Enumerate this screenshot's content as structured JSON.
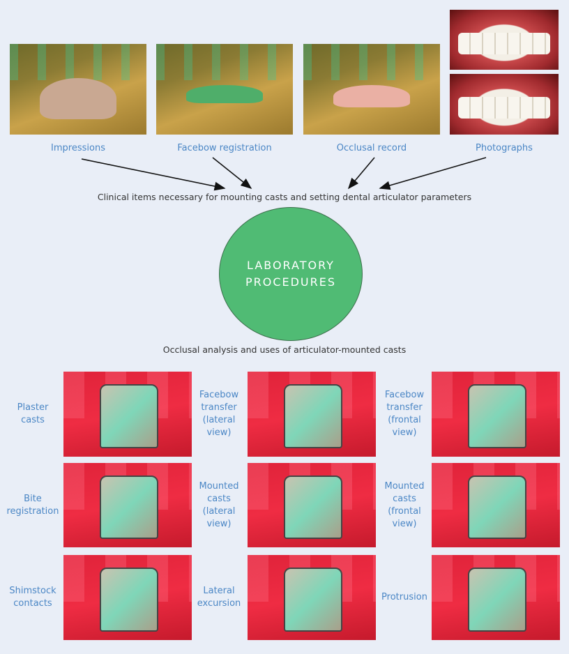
{
  "top_items": [
    {
      "label": "Impressions"
    },
    {
      "label": "Facebow registration"
    },
    {
      "label": "Occlusal record"
    },
    {
      "label": "Photographs"
    }
  ],
  "clinical_caption": "Clinical items necessary for mounting casts and setting dental articulator parameters",
  "center": {
    "line1": "LABORATORY",
    "line2": "PROCEDURES"
  },
  "lab_caption": "Occlusal analysis and uses of articulator-mounted casts",
  "grid": [
    {
      "label": [
        "Plaster",
        "casts"
      ]
    },
    {
      "label": [
        "Facebow",
        "transfer",
        "(lateral",
        "view)"
      ]
    },
    {
      "label": [
        "Facebow",
        "transfer",
        "(frontal",
        "view)"
      ]
    },
    {
      "label": [
        "Bite",
        "registration"
      ]
    },
    {
      "label": [
        "Mounted",
        "casts",
        "(lateral",
        "view)"
      ]
    },
    {
      "label": [
        "Mounted",
        "casts",
        "(frontal",
        "view)"
      ]
    },
    {
      "label": [
        "Shimstock",
        "contacts"
      ]
    },
    {
      "label": [
        "Lateral",
        "excursion"
      ]
    },
    {
      "label": [
        "Protrusion"
      ]
    }
  ],
  "colors": {
    "label": "#4a86c5",
    "circle": "#50bb74",
    "background": "#e9eef7"
  }
}
